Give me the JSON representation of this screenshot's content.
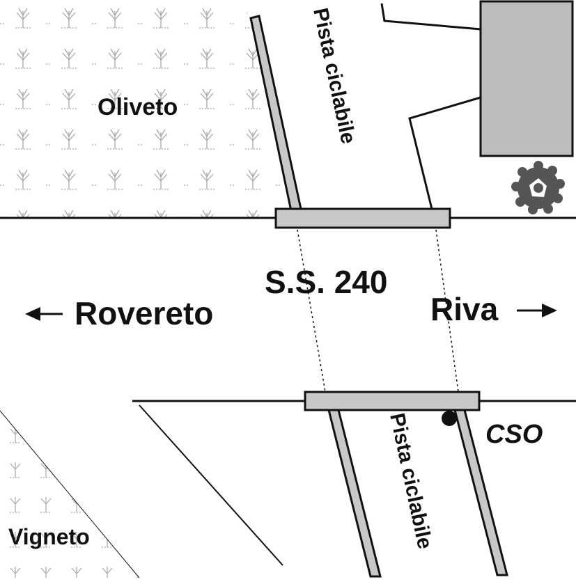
{
  "labels": {
    "oliveto": "Oliveto",
    "vigneto": "Vigneto",
    "pista_top": "Pista ciclabile",
    "pista_bottom": "Pista ciclabile",
    "road": "S.S. 240",
    "left_dest": "Rovereto",
    "right_dest": "Riva",
    "cso": "CSO"
  },
  "icons": {
    "left_arrow": "arrow-left-icon",
    "right_arrow": "arrow-right-icon",
    "tree": "tree-icon",
    "olive_pattern": "olive-tree-pattern",
    "vine_pattern": "vine-pattern"
  },
  "colors": {
    "line": "#111111",
    "fill_gray": "#c8c8c8",
    "building_gray": "#bdbdbd",
    "pattern": "#a8a8a8",
    "tree": "#555555"
  }
}
